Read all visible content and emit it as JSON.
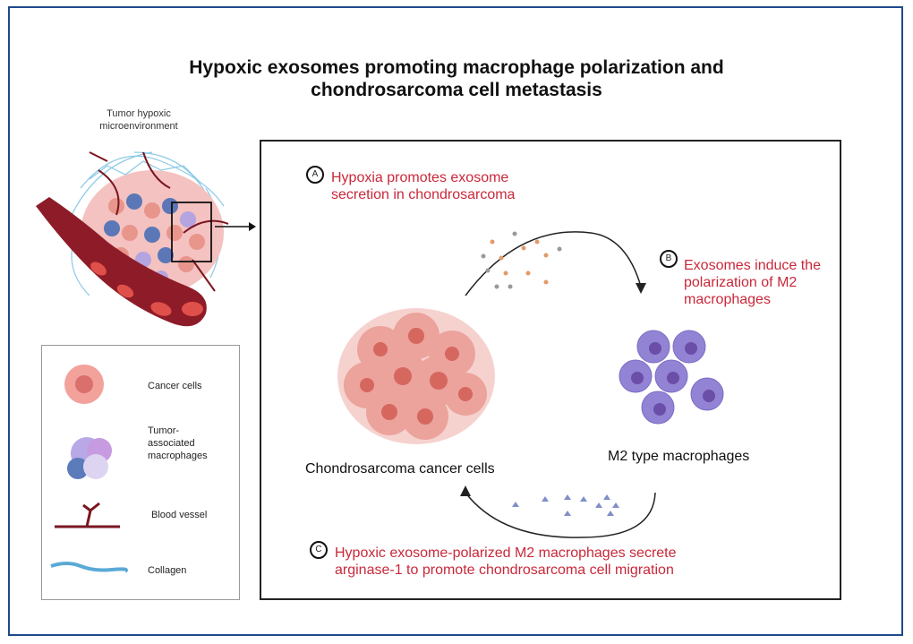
{
  "title": {
    "line1": "Hypoxic exosomes promoting macrophage polarization and",
    "line2": "chondrosarcoma cell metastasis"
  },
  "tumor": {
    "label_line1": "Tumor hypoxic",
    "label_line2": "microenvironment"
  },
  "legend": {
    "items": [
      {
        "icon": "cancer-cell-icon",
        "label": "Cancer cells"
      },
      {
        "icon": "macrophage-icon",
        "label_lines": [
          "Tumor-",
          "associated",
          "macrophages"
        ]
      },
      {
        "icon": "blood-vessel-icon",
        "label": "Blood vessel"
      },
      {
        "icon": "collagen-icon",
        "label": "Collagen"
      }
    ]
  },
  "steps": [
    {
      "badge": "A",
      "line1": "Hypoxia promotes exosome",
      "line2": "secretion in chondrosarcoma"
    },
    {
      "badge": "B",
      "line1": "Exosomes induce the",
      "line2": "polarization of M2",
      "line3": "macrophages"
    },
    {
      "badge": "C",
      "line1": "Hypoxic exosome-polarized M2 macrophages secrete",
      "line2": "arginase-1 to promote chondrosarcoma cell migration"
    }
  ],
  "labels": {
    "cancer_cluster": "Chondrosarcoma cancer cells",
    "macrophages": "M2 type macrophages"
  },
  "colors": {
    "outer_border": "#1f4a8a",
    "step_text": "#c9283a",
    "cancer_cell": "#e8958c",
    "macrophage": "#8d7fd0",
    "blood_vessel": "#7a1620",
    "collagen": "#5aa9d6"
  }
}
